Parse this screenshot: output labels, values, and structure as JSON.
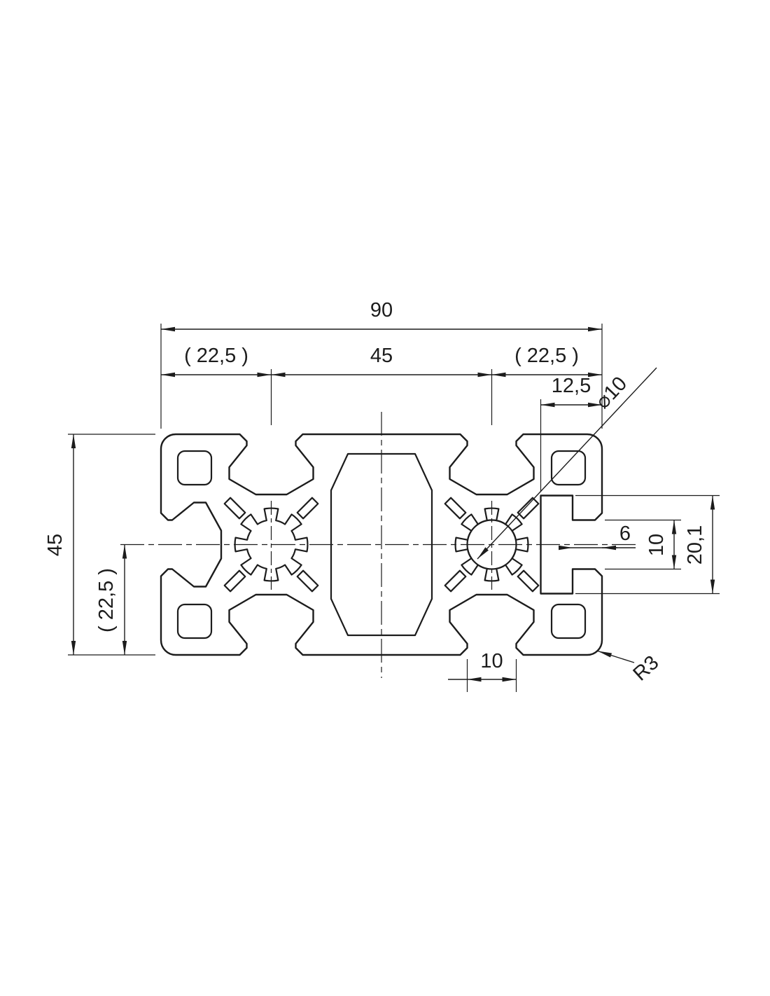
{
  "drawing": {
    "type": "profile-cross-section"
  },
  "dims": {
    "overall_width": "90",
    "pitch_left": "( 22,5 )",
    "pitch_center": "45",
    "pitch_right": "( 22,5 )",
    "edge_offset": "12,5",
    "bore_diameter": "⌀10",
    "overall_height": "45",
    "half_height": "( 22,5 )",
    "neck_depth": "6",
    "slot_opening_right": "10",
    "slot_inner_width": "20,1",
    "slot_opening_bottom": "10",
    "corner_radius": "R3"
  }
}
